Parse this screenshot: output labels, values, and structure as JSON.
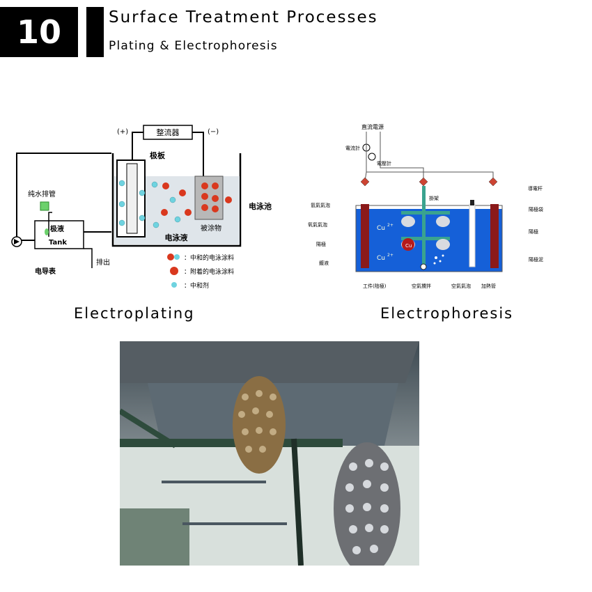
{
  "header": {
    "number": "10",
    "title": "Surface Treatment Processes",
    "subtitle": "Plating & Electrophoresis"
  },
  "figure_left": {
    "caption": "Electroplating",
    "labels": {
      "plus": "(+)",
      "minus": "(−)",
      "rectifier": "整流器",
      "electrode_plate": "极板",
      "bath": "电泳池",
      "pure_water_pipe": "纯水排管",
      "electrode_liquid": "极液",
      "tank": "Tank",
      "conductivity_meter": "电导表",
      "drain": "排出",
      "object": "被涂物",
      "bath_liquid": "电泳液",
      "legend_1": "：中和的电泳涂料",
      "legend_2": "：附着的电泳涂料",
      "legend_3": "：中和剂"
    }
  },
  "figure_right": {
    "caption": "Electrophoresis",
    "labels": {
      "dc_power": "直流電源",
      "ammeter": "電流計",
      "voltmeter": "電壓計",
      "conductive_rod": "導電杆",
      "hanger": "掛架",
      "hydrogen_bubble": "氫氣氣泡",
      "oxygen_bubble": "氧氣氣泡",
      "anode": "陽極",
      "solution": "鍍液",
      "anode_bag": "陽極袋",
      "anode_2": "陽極",
      "anode_mud": "陽極泥",
      "workpiece": "工件(陰極)",
      "air_stir": "空氣攪拌",
      "air_bubble": "空氣氣泡",
      "heater": "加熱管",
      "ion_1": "Cu",
      "ion_2": "Cu",
      "ion_charge": "2+",
      "cu_atom": "Cu"
    }
  },
  "photo": {
    "description_icon": "photo-chandeliers-icon"
  },
  "colors": {
    "red_particle": "#d9381e",
    "cyan_particle": "#6fd3e0",
    "bath_blue": "#1560d8"
  }
}
